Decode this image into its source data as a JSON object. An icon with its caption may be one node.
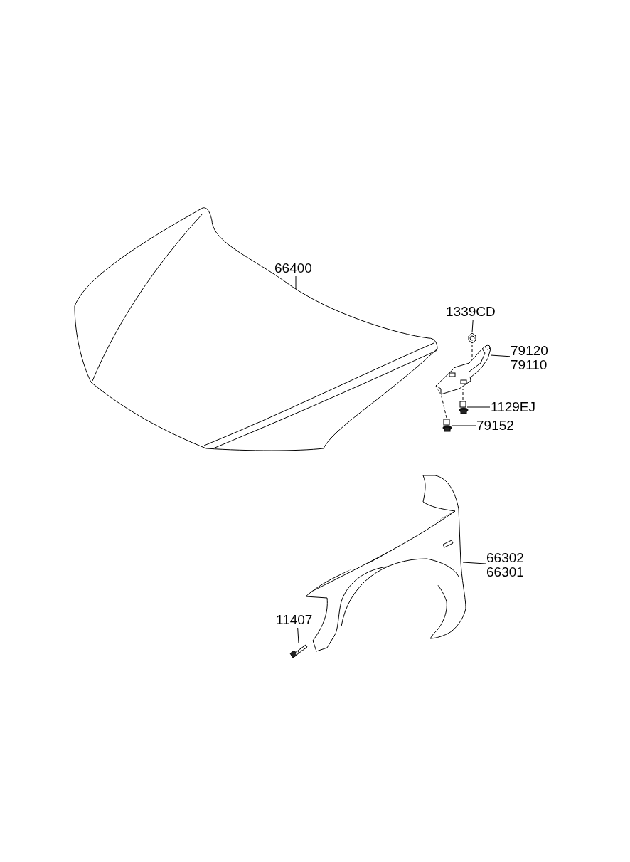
{
  "diagram": {
    "nodes": [
      {
        "text": [
          "66400"
        ]
      },
      {
        "text": [],
        "shape": "picture"
      },
      {
        "text": [
          "1339CD"
        ]
      },
      {
        "text": [],
        "shape": "picture"
      },
      {
        "text": [
          "79120",
          "79110"
        ]
      },
      {
        "text": [],
        "shape": "picture"
      },
      {
        "text": [
          "1129EJ"
        ]
      },
      {
        "text": [],
        "shape": "picture"
      },
      {
        "text": [
          "79152"
        ]
      },
      {
        "text": [],
        "shape": "picture"
      },
      {
        "text": [
          "66302",
          "66301"
        ]
      },
      {
        "text": [],
        "shape": "picture"
      },
      {
        "text": [
          "11407"
        ]
      },
      {
        "text": [],
        "shape": "picture"
      }
    ],
    "edges": [
      {
        "from": 0,
        "to": 1,
        "arrow": "none"
      },
      {
        "from": 2,
        "to": 3,
        "arrow": "none"
      },
      {
        "from": 4,
        "to": 5,
        "arrow": "none"
      },
      {
        "from": 6,
        "to": 7,
        "arrow": "none"
      },
      {
        "from": 8,
        "to": 9,
        "arrow": "none"
      },
      {
        "from": 10,
        "to": 11,
        "arrow": "none"
      },
      {
        "from": 12,
        "to": 13,
        "arrow": "none"
      },
      {
        "from": 3,
        "to": 5,
        "arrow": "none",
        "style": "dashed"
      },
      {
        "from": 7,
        "to": 5,
        "arrow": "none",
        "style": "dashed"
      },
      {
        "from": 9,
        "to": 5,
        "arrow": "none",
        "style": "dashed"
      }
    ]
  }
}
